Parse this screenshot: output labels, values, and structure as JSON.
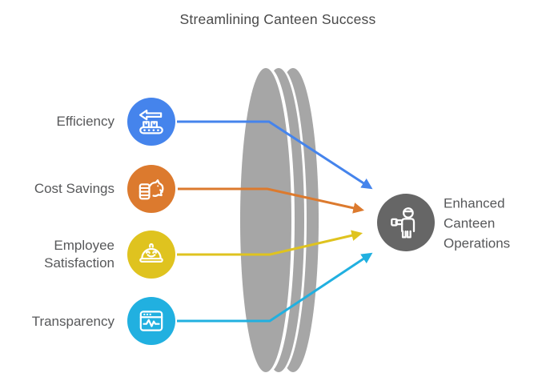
{
  "title": "Streamlining Canteen Success",
  "items": [
    {
      "label": "Efficiency",
      "color": "#4584EC",
      "icon": "conveyor-belt-icon"
    },
    {
      "label": "Cost Savings",
      "color": "#DC7A2E",
      "icon": "piggy-bank-coins-icon"
    },
    {
      "label": "Employee Satisfaction",
      "color": "#DFC31F",
      "icon": "smiling-cloche-icon"
    },
    {
      "label": "Transparency",
      "color": "#21B0E0",
      "icon": "browser-pulse-icon"
    }
  ],
  "outcome": {
    "label": "Enhanced Canteen Operations",
    "color": "#666666",
    "icon": "waiter-person-icon"
  },
  "lens": {
    "color": "#A6A6A6"
  }
}
